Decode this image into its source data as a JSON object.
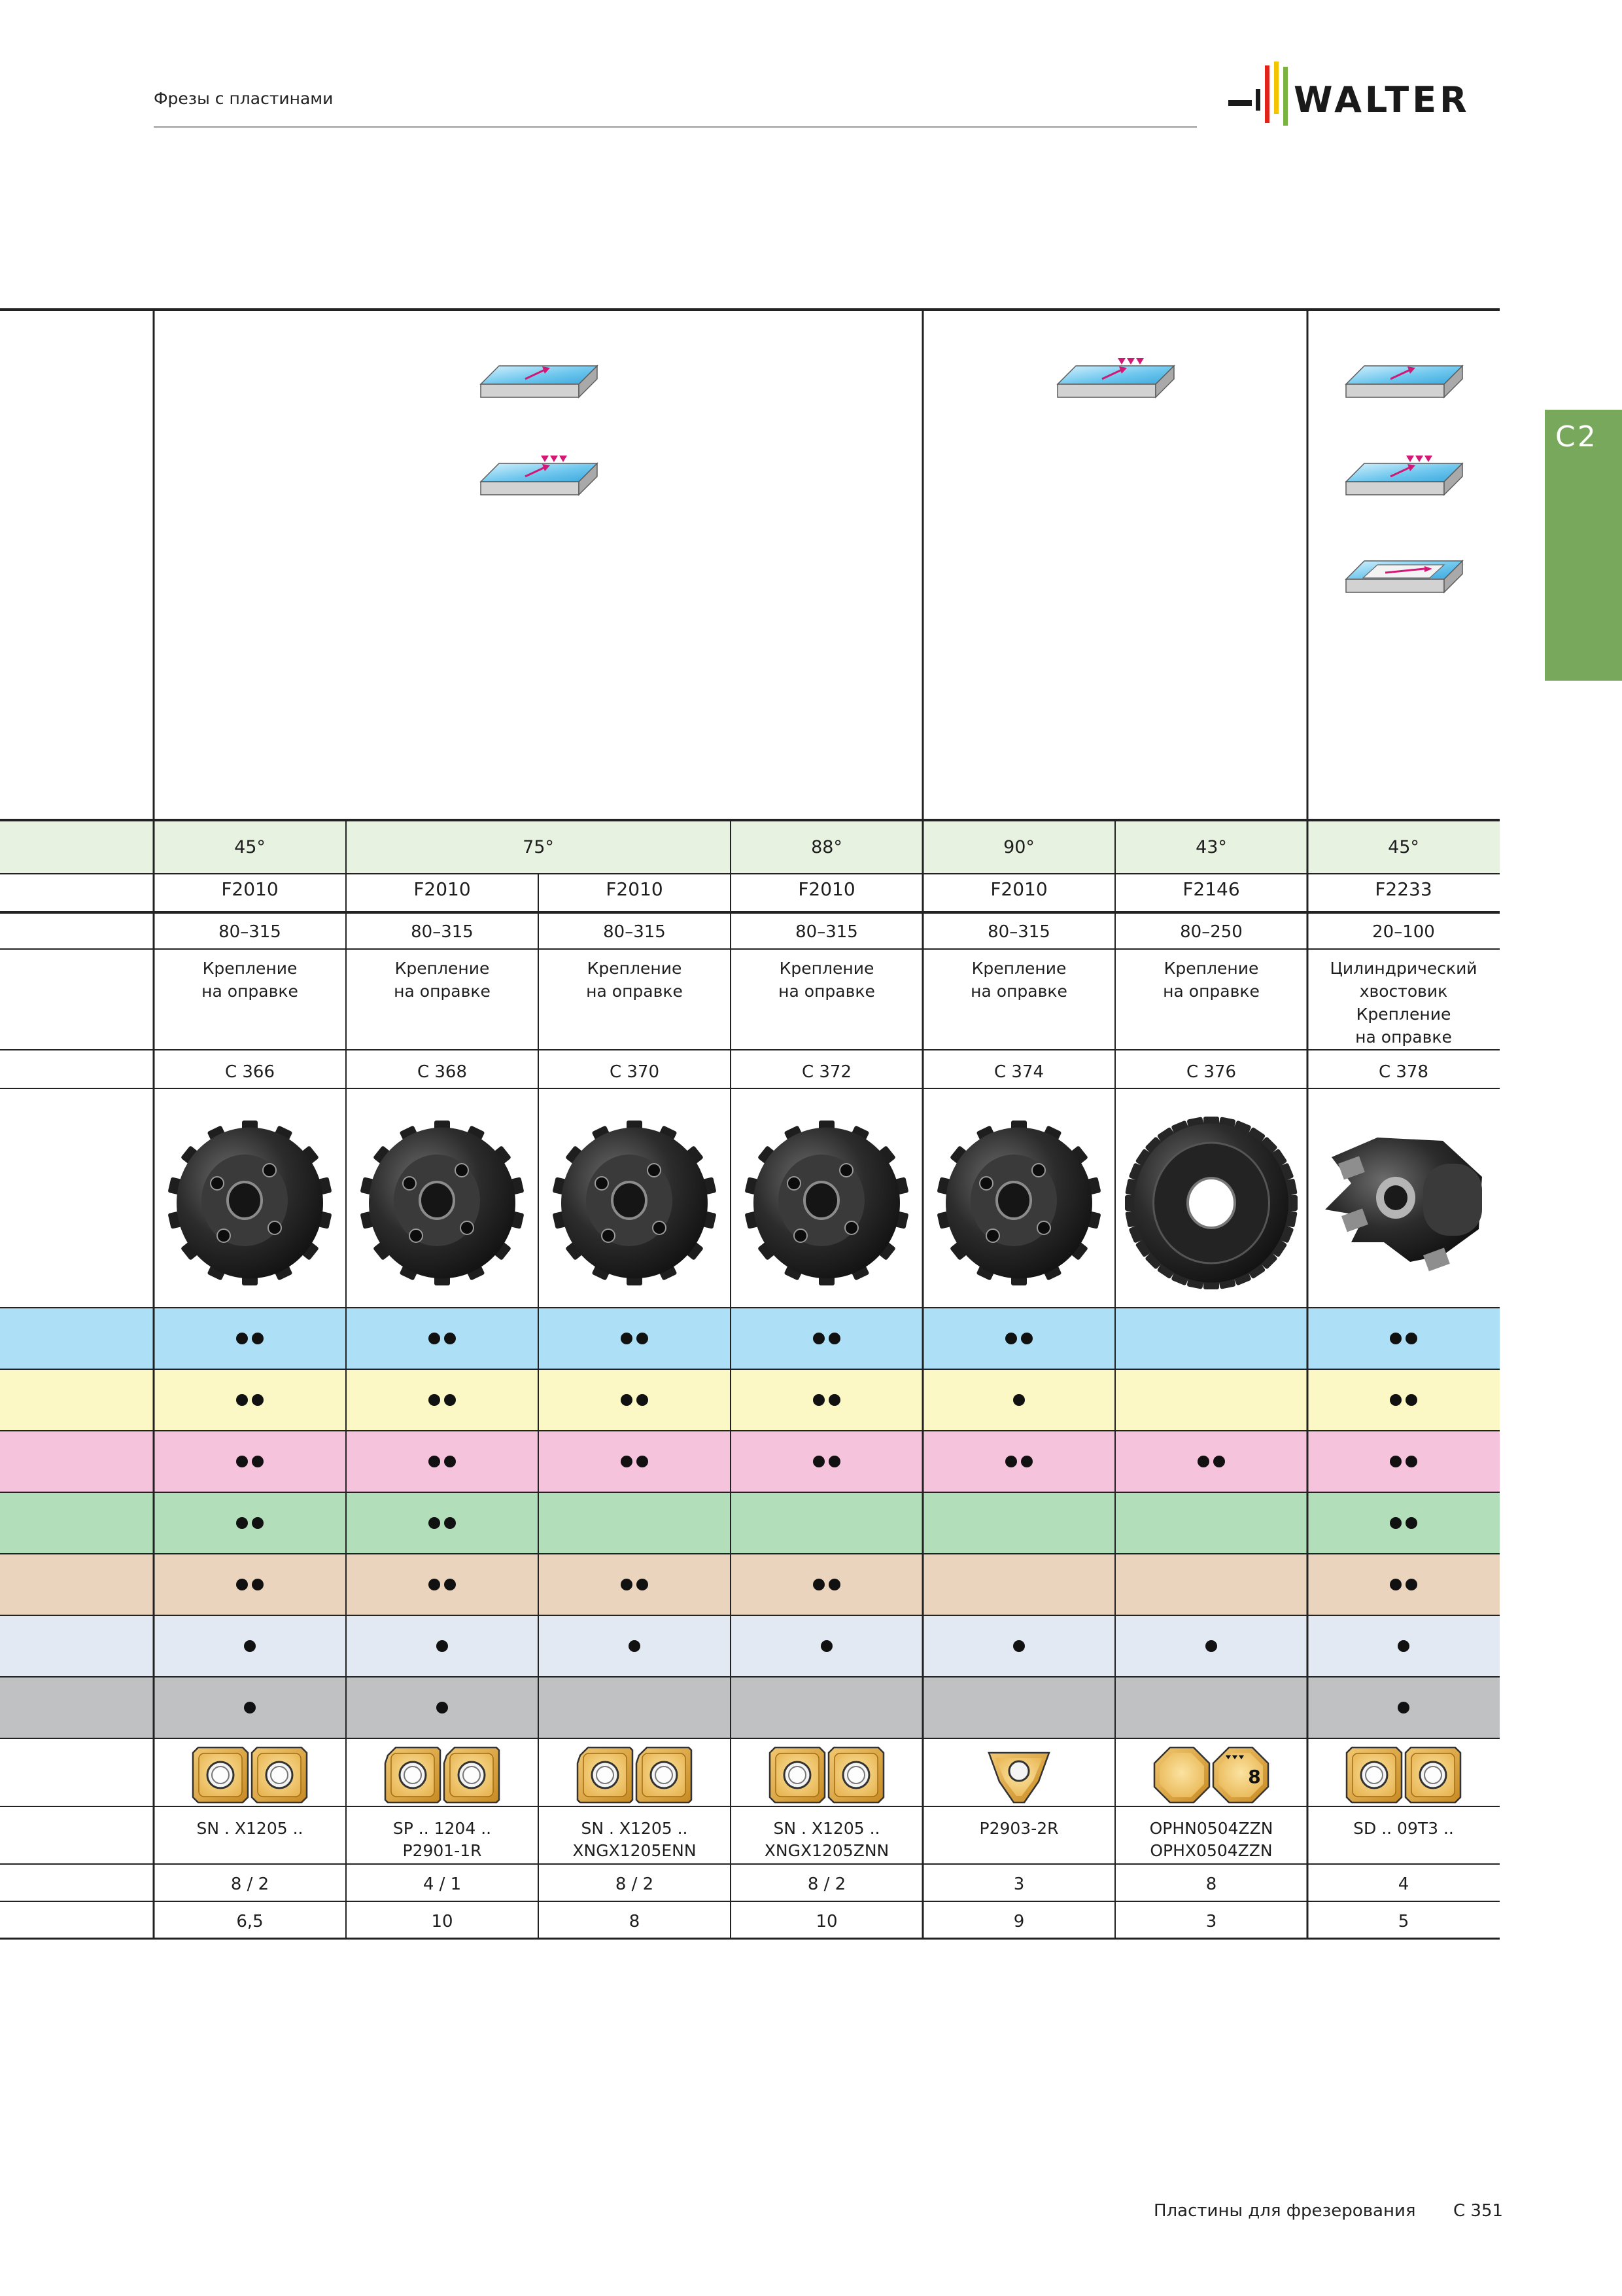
{
  "header": {
    "title": "Фрезы с пластинами",
    "logo_text": "WALTER",
    "logo_bar_colors": [
      "#1a1a1a",
      "#e2231a",
      "#f5c400",
      "#7bb342"
    ]
  },
  "side_tab": {
    "label": "C2",
    "color": "#77a85b"
  },
  "table": {
    "angle_groups": [
      {
        "label": "45°",
        "span": 1
      },
      {
        "label": "75°",
        "span": 2
      },
      {
        "label": "88°",
        "span": 1
      },
      {
        "label": "90°",
        "span": 1
      },
      {
        "label": "43°",
        "span": 1
      },
      {
        "label": "45°",
        "span": 1
      }
    ],
    "columns": [
      {
        "type": "F2010",
        "diameter": "80–315",
        "mount": [
          "Крепление",
          "на оправке"
        ],
        "page": "C 366",
        "insert_code": [
          "SN . X1205 .."
        ],
        "edges": "8 / 2",
        "depth": "6,5",
        "insert_shape": "square-pair",
        "cutter": "disc"
      },
      {
        "type": "F2010",
        "diameter": "80–315",
        "mount": [
          "Крепление",
          "на оправке"
        ],
        "page": "C 368",
        "insert_code": [
          "SP .. 1204 ..",
          "P2901-1R"
        ],
        "edges": "4 / 1",
        "depth": "10",
        "insert_shape": "square-pair-chamfer",
        "cutter": "disc"
      },
      {
        "type": "F2010",
        "diameter": "80–315",
        "mount": [
          "Крепление",
          "на оправке"
        ],
        "page": "C 370",
        "insert_code": [
          "SN . X1205 ..",
          "XNGX1205ENN"
        ],
        "edges": "8 / 2",
        "depth": "8",
        "insert_shape": "square-pair-chamfer",
        "cutter": "disc"
      },
      {
        "type": "F2010",
        "diameter": "80–315",
        "mount": [
          "Крепление",
          "на оправке"
        ],
        "page": "C 372",
        "insert_code": [
          "SN . X1205 ..",
          "XNGX1205ZNN"
        ],
        "edges": "8 / 2",
        "depth": "10",
        "insert_shape": "square-pair",
        "cutter": "disc"
      },
      {
        "type": "F2010",
        "diameter": "80–315",
        "mount": [
          "Крепление",
          "на оправке"
        ],
        "page": "C 374",
        "insert_code": [
          "P2903-2R"
        ],
        "edges": "3",
        "depth": "9",
        "insert_shape": "trigon",
        "cutter": "disc"
      },
      {
        "type": "F2146",
        "diameter": "80–250",
        "mount": [
          "Крепление",
          "на оправке"
        ],
        "page": "C 376",
        "insert_code": [
          "OPHN0504ZZN",
          "OPHX0504ZZN"
        ],
        "edges": "8",
        "depth": "3",
        "insert_shape": "octagon-pair",
        "cutter": "fine-pitch"
      },
      {
        "type": "F2233",
        "diameter": "20–100",
        "mount": [
          "Цилиндрический",
          "хвостовик",
          "Крепление",
          "на оправке"
        ],
        "page": "C 378",
        "insert_code": [
          "SD .. 09T3 .."
        ],
        "edges": "4",
        "depth": "5",
        "insert_shape": "square-pair",
        "cutter": "endmill"
      }
    ],
    "material_rows": [
      {
        "color": "#ade0f7",
        "marks": [
          2,
          2,
          2,
          2,
          2,
          0,
          2
        ]
      },
      {
        "color": "#fcf8c6",
        "marks": [
          2,
          2,
          2,
          2,
          1,
          0,
          2
        ]
      },
      {
        "color": "#f6c3dc",
        "marks": [
          2,
          2,
          2,
          2,
          2,
          2,
          2
        ]
      },
      {
        "color": "#b2deb9",
        "marks": [
          2,
          2,
          0,
          0,
          0,
          0,
          2
        ]
      },
      {
        "color": "#ead4bd",
        "marks": [
          2,
          2,
          2,
          2,
          0,
          0,
          2
        ]
      },
      {
        "color": "#e3e9f2",
        "marks": [
          1,
          1,
          1,
          1,
          1,
          1,
          1
        ]
      },
      {
        "color": "#c0c1c3",
        "marks": [
          1,
          1,
          0,
          0,
          0,
          0,
          1
        ]
      }
    ],
    "angle_row_color": "#e8f2e1",
    "octagon_insert_badge": "8"
  },
  "footer": {
    "section_title": "Пластины для фрезерования",
    "page_number": "C 351"
  }
}
